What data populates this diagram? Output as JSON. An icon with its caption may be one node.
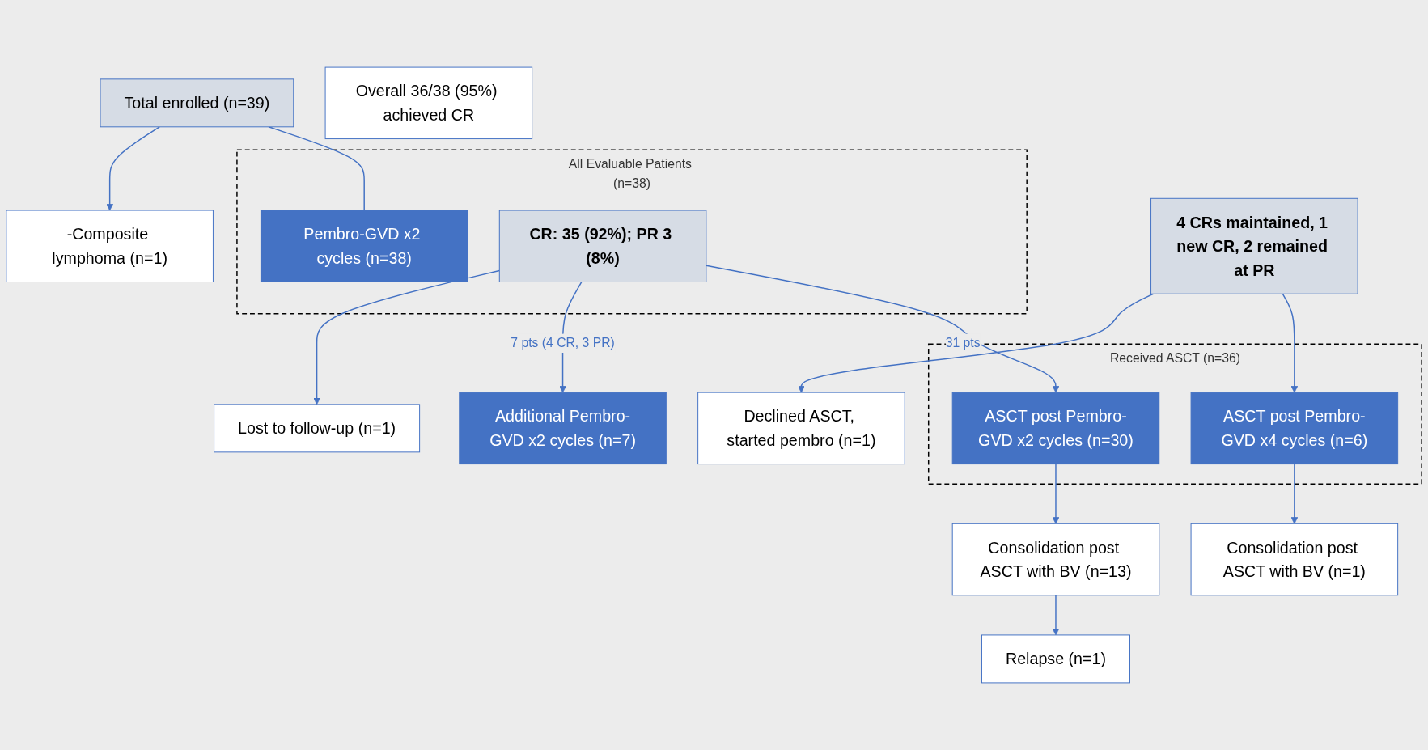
{
  "diagram": {
    "nodes": [
      {
        "text": [
          "Total enrolled (n=39)"
        ]
      },
      {
        "text": [
          "-Composite lymphoma (n=1)"
        ]
      },
      {
        "text": [
          "All Evaluable Patients (n=38)"
        ]
      },
      {
        "text": [
          "Pembro-GVD x2 cycles (n=38)"
        ],
        "in": 2
      },
      {
        "text": [
          "CR: 35 (92%); PR 3 (8%)"
        ],
        "in": 2
      },
      {
        "text": [
          "Overall 36/38 (95%) achieved CR"
        ]
      },
      {
        "text": [
          "Lost to follow-up (n=1)"
        ]
      },
      {
        "text": [
          "Additional Pembro-GVD x2 cycles (n=7)"
        ]
      },
      {
        "text": [
          "4 CRs maintained, 1 new CR, 2 remained at PR"
        ]
      },
      {
        "text": [
          "Declined ASCT, started pembro (n=1)"
        ]
      },
      {
        "text": [
          "Received ASCT (n=36)"
        ]
      },
      {
        "text": [
          "ASCT post Pembro-GVD x2 cycles (n=30)"
        ],
        "in": 10
      },
      {
        "text": [
          "ASCT post Pembro-GVD x4 cycles (n=6)"
        ],
        "in": 10
      },
      {
        "text": [
          "Consolidation post ASCT with BV (n=13)"
        ]
      },
      {
        "text": [
          "Consolidation post ASCT with BV (n=1)"
        ]
      },
      {
        "text": [
          "Relapse (n=1)"
        ]
      }
    ],
    "edges": [
      {
        "from": 0,
        "to": 3,
        "arrow": "none"
      },
      {
        "from": 0,
        "to": 1,
        "arrow": "to"
      },
      {
        "from": 4,
        "to": 11,
        "arrow": "to",
        "label": "31 pts"
      },
      {
        "from": 4,
        "to": 7,
        "arrow": "to",
        "label": "7 pts (4 CR, 3 PR)"
      },
      {
        "from": 4,
        "to": 6,
        "arrow": "to"
      },
      {
        "from": 8,
        "to": 12,
        "arrow": "to"
      },
      {
        "from": 8,
        "to": 9,
        "arrow": "to"
      },
      {
        "from": 11,
        "to": 13,
        "arrow": "to"
      },
      {
        "from": 12,
        "to": 14,
        "arrow": "to"
      },
      {
        "from": 13,
        "to": 15,
        "arrow": "to"
      }
    ]
  }
}
